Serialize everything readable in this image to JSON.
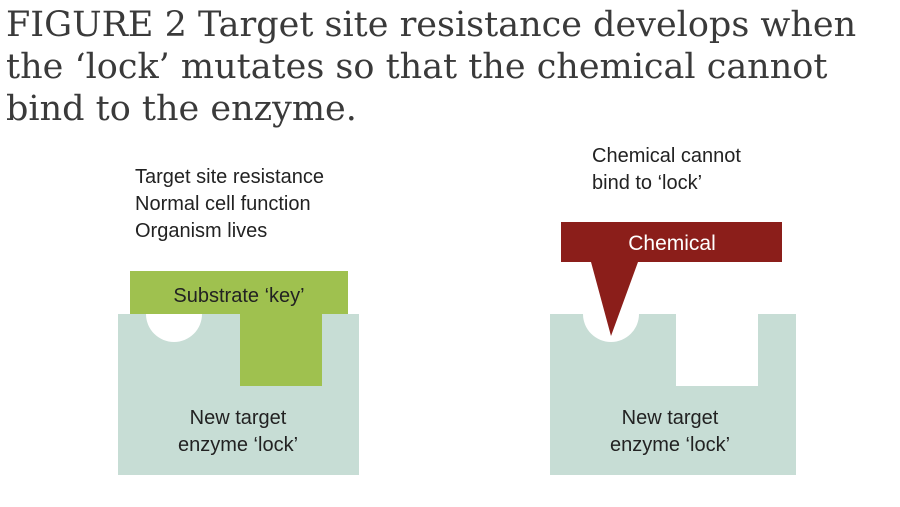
{
  "figure": {
    "caption": "FIGURE 2  Target site resistance develops when the ‘lock’ mutates so that the chemical cannot bind to the enzyme."
  },
  "left_panel": {
    "notes": [
      "Target site resistance",
      "Normal cell function",
      "Organism lives"
    ],
    "key_label": "Substrate ‘key’",
    "lock_label": [
      "New target",
      "enzyme ‘lock’"
    ]
  },
  "right_panel": {
    "note": [
      "Chemical cannot",
      "bind to ‘lock’"
    ],
    "chemical_label": "Chemical",
    "lock_label": [
      "New target",
      "enzyme ‘lock’"
    ]
  },
  "colors": {
    "lock": "#c7ddd5",
    "key": "#9fc14f",
    "chemical": "#8b1e1a",
    "text": "#222222"
  }
}
